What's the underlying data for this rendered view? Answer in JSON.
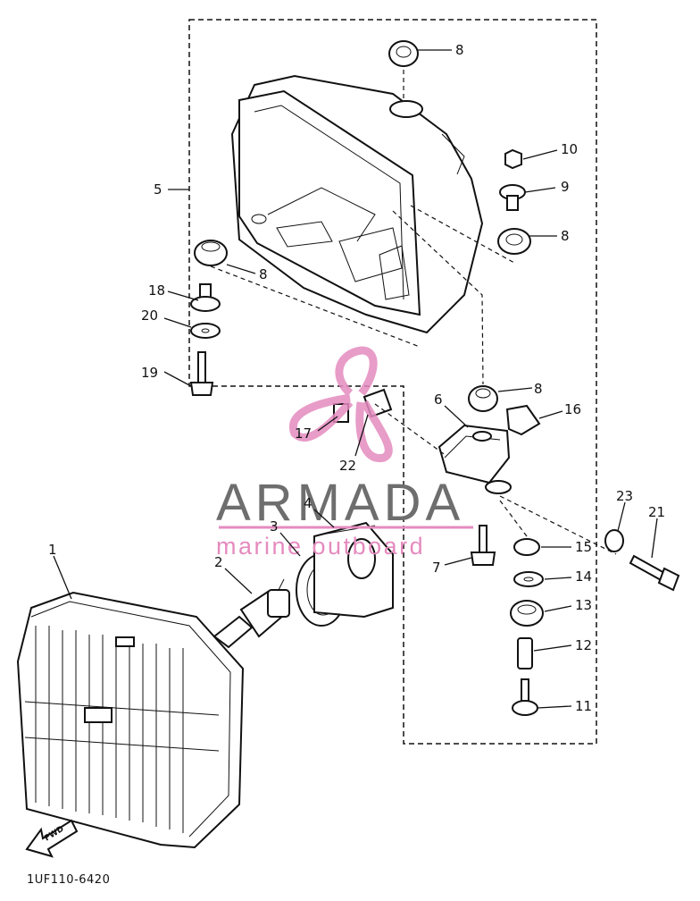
{
  "diagram": {
    "drawing_code": "1UF110-6420",
    "direction_marker": "FWD",
    "watermark": {
      "brand": "ARMADA",
      "tagline": "marine outboard",
      "accent_color": "#e58bbf",
      "brand_color": "#6e6e6e"
    },
    "callouts": [
      "1",
      "2",
      "3",
      "4",
      "5",
      "6",
      "7",
      "8",
      "8",
      "8",
      "8",
      "9",
      "10",
      "11",
      "12",
      "13",
      "14",
      "15",
      "16",
      "17",
      "18",
      "19",
      "20",
      "21",
      "22",
      "23"
    ]
  }
}
